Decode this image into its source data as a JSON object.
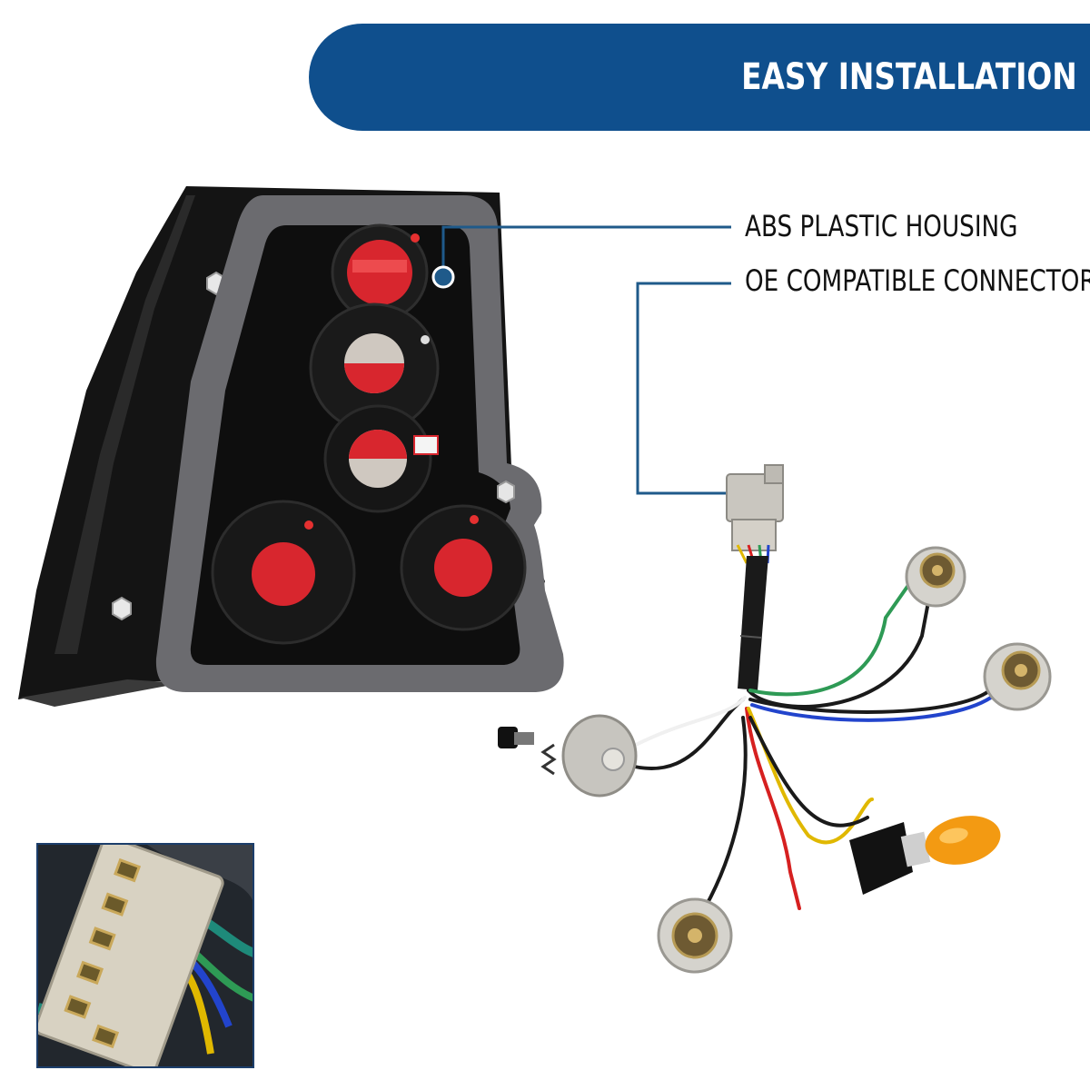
{
  "banner": {
    "title": "EASY INSTALLATION",
    "color": "#0f4f8d"
  },
  "callouts": {
    "housing": "ABS PLASTIC HOUSING",
    "connector": "OE COMPATIBLE CONNECTOR",
    "line_color": "#1f5a8a",
    "dot_color": "#1f5a8a"
  },
  "icons": [
    "tail-light-housing",
    "wiring-harness",
    "amber-bulb",
    "connector-plug",
    "connector-closeup-inset"
  ],
  "colors": {
    "gasket": "#6c6c70",
    "lens_red": "#d8262e",
    "housing": "#161616",
    "bulb_amber": "#f39a12"
  }
}
